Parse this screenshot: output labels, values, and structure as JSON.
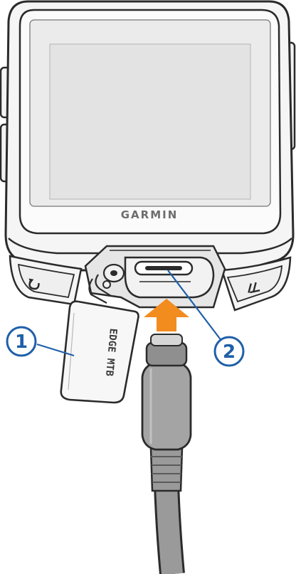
{
  "device": {
    "brand_label": "GARMIN",
    "flap_label": "EDGE MTB"
  },
  "callouts": [
    {
      "number": "1",
      "target": "protective-flap"
    },
    {
      "number": "2",
      "target": "usb-c-port"
    }
  ],
  "colors": {
    "outline": "#2b2b2b",
    "device_body": "#f3f3f3",
    "screen": "#e9e9e9",
    "arrow": "#f28c1e",
    "callout": "#1f5fa8",
    "cable": "#9a9a9a",
    "cable_dark": "#6e6e6e"
  },
  "icons": [
    "back-loop-icon",
    "lap-arrow-icon",
    "insert-arrow-icon"
  ]
}
